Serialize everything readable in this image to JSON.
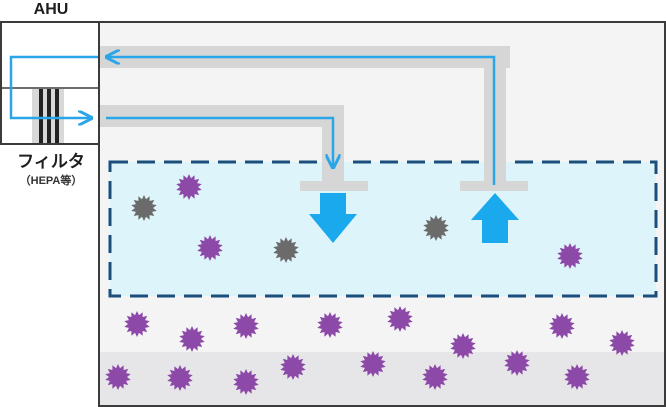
{
  "ahu": {
    "title": "AHU"
  },
  "filter": {
    "label": "フィルタ",
    "sublabel": "（HEPA等）"
  },
  "colors": {
    "room_bg": "#f4f4f5",
    "room_border": "#3b3b3b",
    "floor_band": "#e6e6e8",
    "clean_zone_fill": "#def4fb",
    "clean_zone_border": "#1a4f7d",
    "duct": "#d6d6d6",
    "airflow_line": "#2aa6e8",
    "arrow_fill": "#1ba9ee",
    "particle_gray": "#6b6b6b",
    "particle_purple": "#8c49a8"
  },
  "icons": {
    "supply": "down-arrow-icon",
    "return": "up-arrow-icon",
    "particle": "particle-icon"
  }
}
